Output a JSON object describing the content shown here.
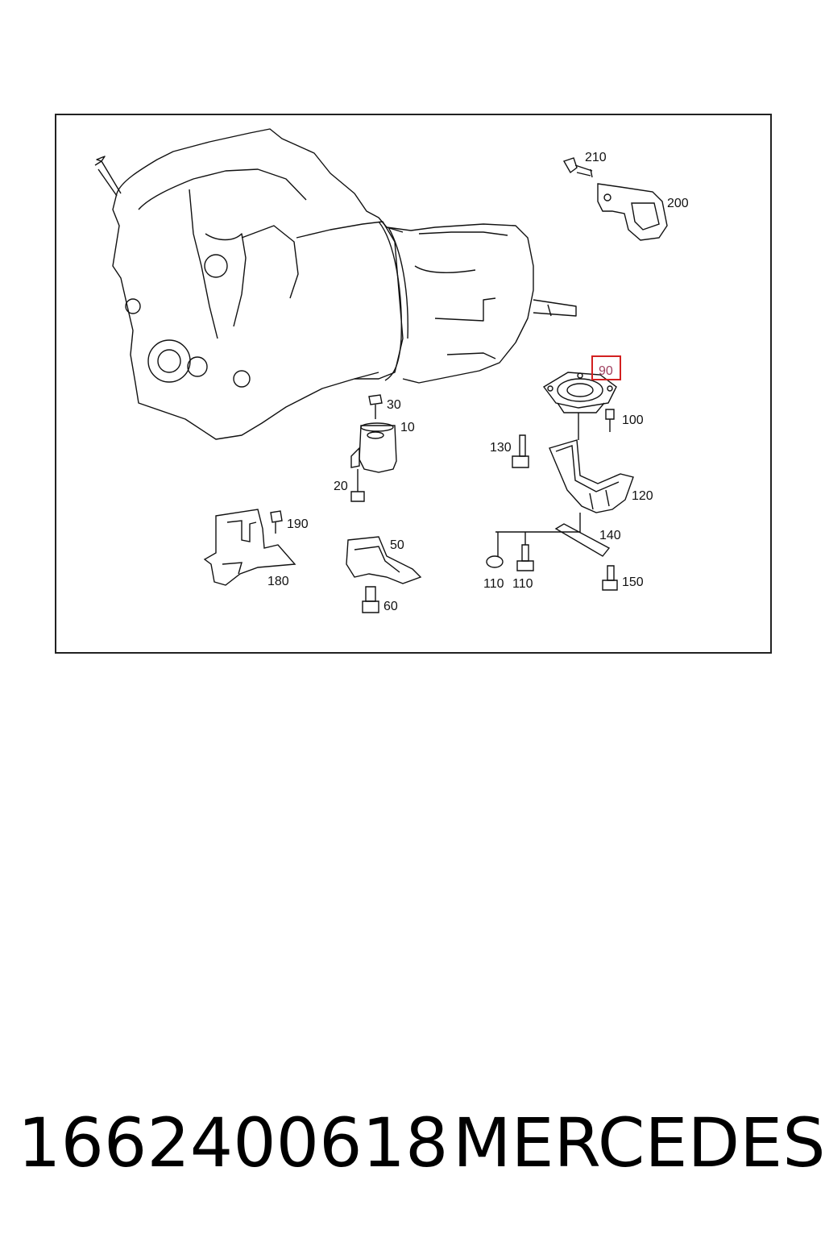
{
  "callouts": {
    "c210": "210",
    "c200": "200",
    "c90": "90",
    "c100": "100",
    "c30": "30",
    "c10": "10",
    "c130": "130",
    "c120": "120",
    "c20": "20",
    "c190": "190",
    "c50": "50",
    "c140": "140",
    "c180": "180",
    "c110a": "110",
    "c110b": "110",
    "c150": "150",
    "c60": "60"
  },
  "highlight_color": "#d22020",
  "caption": {
    "part_number": "1662400618",
    "brand": "MERCEDES"
  }
}
